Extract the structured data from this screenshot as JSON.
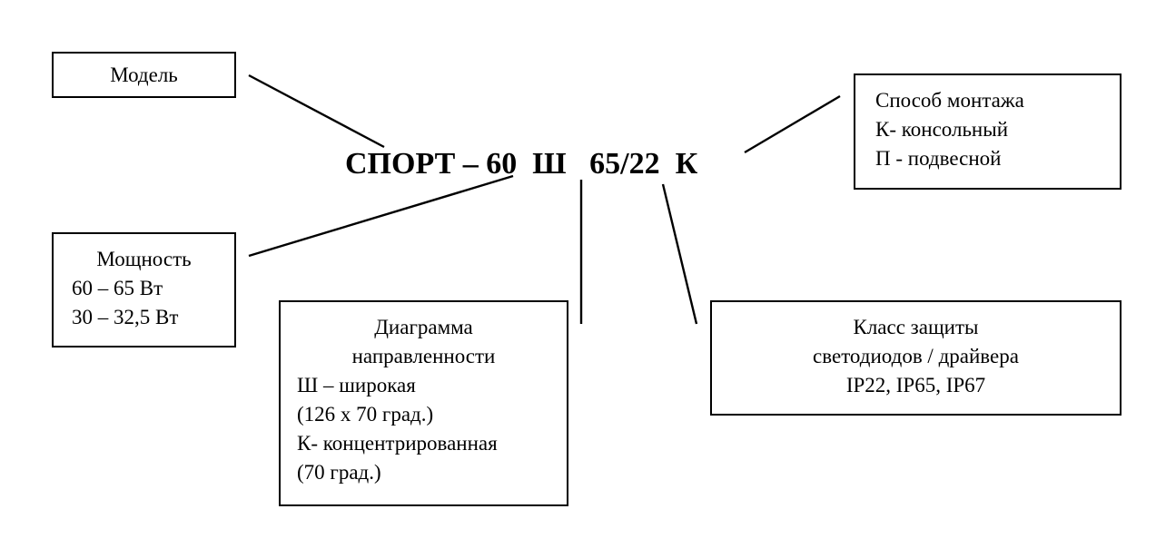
{
  "model_code": "СПОРТ – 60  Ш   65/22  К",
  "boxes": {
    "model": {
      "lines": [
        "Модель"
      ]
    },
    "mount": {
      "lines": [
        "Способ монтажа",
        "К- консольный",
        "П - подвесной"
      ]
    },
    "power": {
      "lines": [
        "Мощность",
        "60 – 65 Вт",
        "30 – 32,5 Вт"
      ]
    },
    "diagram": {
      "lines": [
        "Диаграмма",
        "направленности",
        "Ш – широкая",
        "(126 х 70 град.)",
        "К- концентрированная",
        "(70 град.)"
      ]
    },
    "ip": {
      "lines": [
        "Класс защиты",
        "светодиодов / драйвера",
        "IP22, IP65, IP67"
      ]
    }
  },
  "colors": {
    "stroke": "#000000",
    "background": "#ffffff"
  }
}
